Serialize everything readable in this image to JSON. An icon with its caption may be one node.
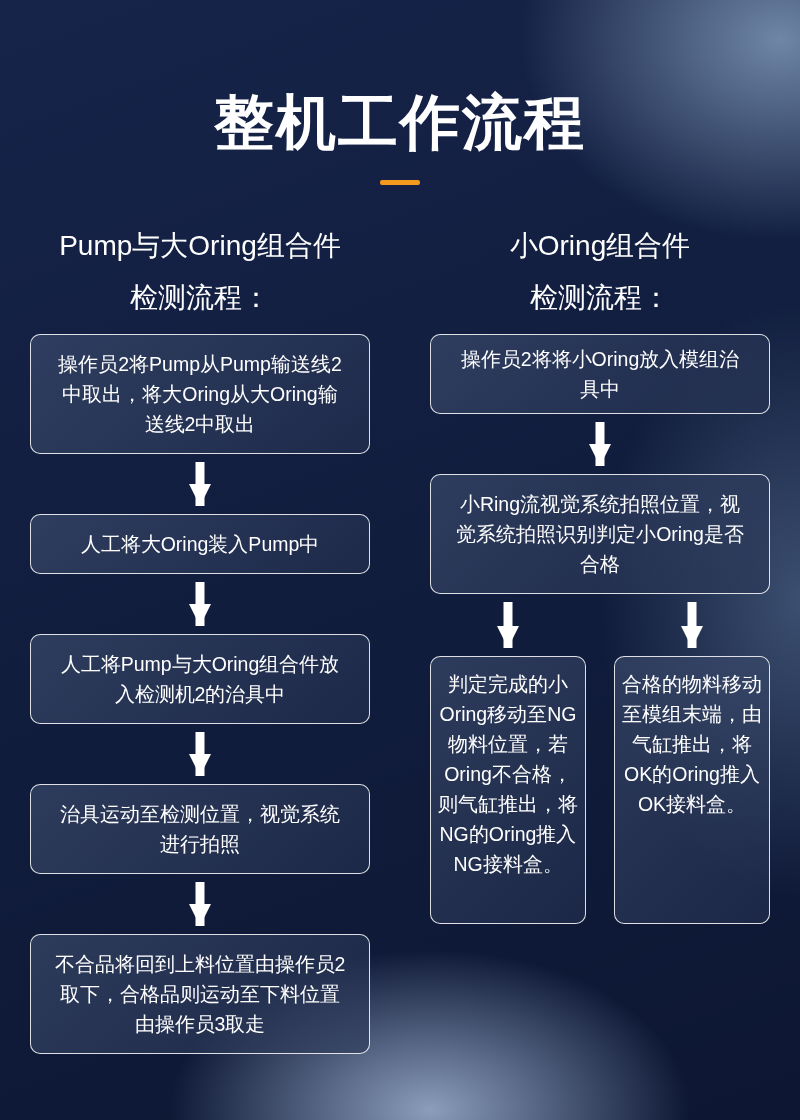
{
  "diagram": {
    "title": "整机工作流程",
    "nodes": [
      {
        "text": [
          "操作员2将Pump从Pump输送线2中取出，将大Oring从大Oring输送线2中取出"
        ]
      },
      {
        "text": [
          "人工将大Oring装入Pump中"
        ]
      },
      {
        "text": [
          "人工将Pump与大Oring组合件放入检测机2的治具中"
        ]
      },
      {
        "text": [
          "治具运动至检测位置，视觉系统进行拍照"
        ]
      },
      {
        "text": [
          "不合品将回到上料位置由操作员2取下，合格品则运动至下料位置由操作员3取走"
        ]
      },
      {
        "text": [
          "操作员2将将小Oring放入模组治具中"
        ]
      },
      {
        "text": [
          "小Ring流视觉系统拍照位置，视觉系统拍照识别判定小Oring是否合格"
        ]
      },
      {
        "text": [
          "判定完成的小Oring移动至NG物料位置，若Oring不合格，则气缸推出，将NG的Oring推入NG接料盒。"
        ]
      },
      {
        "text": [
          "合格的物料移动至模组末端，由气缸推出，将OK的Oring推入OK接料盒。"
        ]
      }
    ],
    "edges": [
      {
        "from": 0,
        "to": 1,
        "arrow": "to"
      },
      {
        "from": 1,
        "to": 2,
        "arrow": "to"
      },
      {
        "from": 2,
        "to": 3,
        "arrow": "to"
      },
      {
        "from": 3,
        "to": 4,
        "arrow": "to"
      },
      {
        "from": 5,
        "to": 6,
        "arrow": "to"
      },
      {
        "from": 6,
        "to": 7,
        "arrow": "to"
      },
      {
        "from": 6,
        "to": 8,
        "arrow": "to"
      }
    ],
    "labels": [
      "Pump与大Oring组合件",
      "检测流程：",
      "小Oring组合件",
      "检测流程："
    ]
  }
}
